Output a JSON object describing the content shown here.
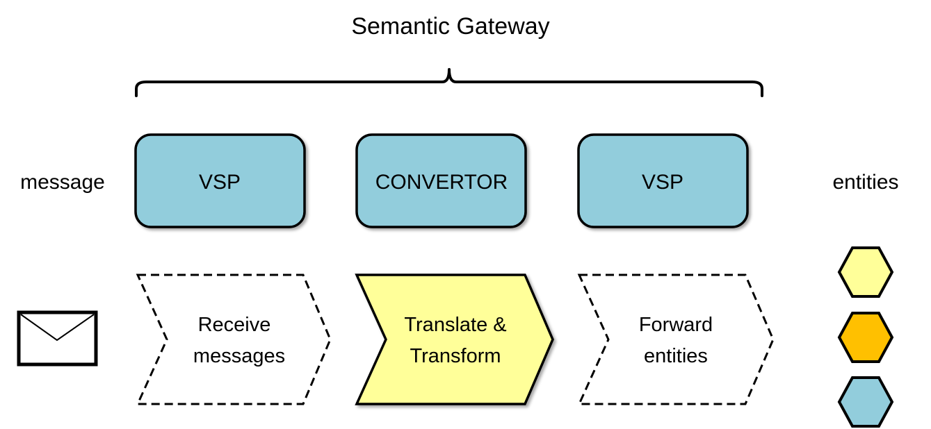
{
  "title": "Semantic Gateway",
  "left_label": "message",
  "right_label": "entities",
  "components": [
    {
      "label": "VSP"
    },
    {
      "label": "CONVERTOR"
    },
    {
      "label": "VSP"
    }
  ],
  "steps": [
    {
      "line1": "Receive",
      "line2": "messages",
      "style": "dashed"
    },
    {
      "line1": "Translate &",
      "line2": "Transform",
      "style": "solid"
    },
    {
      "line1": "Forward",
      "line2": "entities",
      "style": "dashed"
    }
  ],
  "colors": {
    "component_fill": "#92CDDC",
    "highlight_step_fill": "#FFFF99",
    "entity_fills": [
      "#FFFF99",
      "#FFC000",
      "#92CDDC"
    ]
  },
  "icons": {
    "message": "envelope-icon",
    "entities": "hexagon-icon"
  }
}
